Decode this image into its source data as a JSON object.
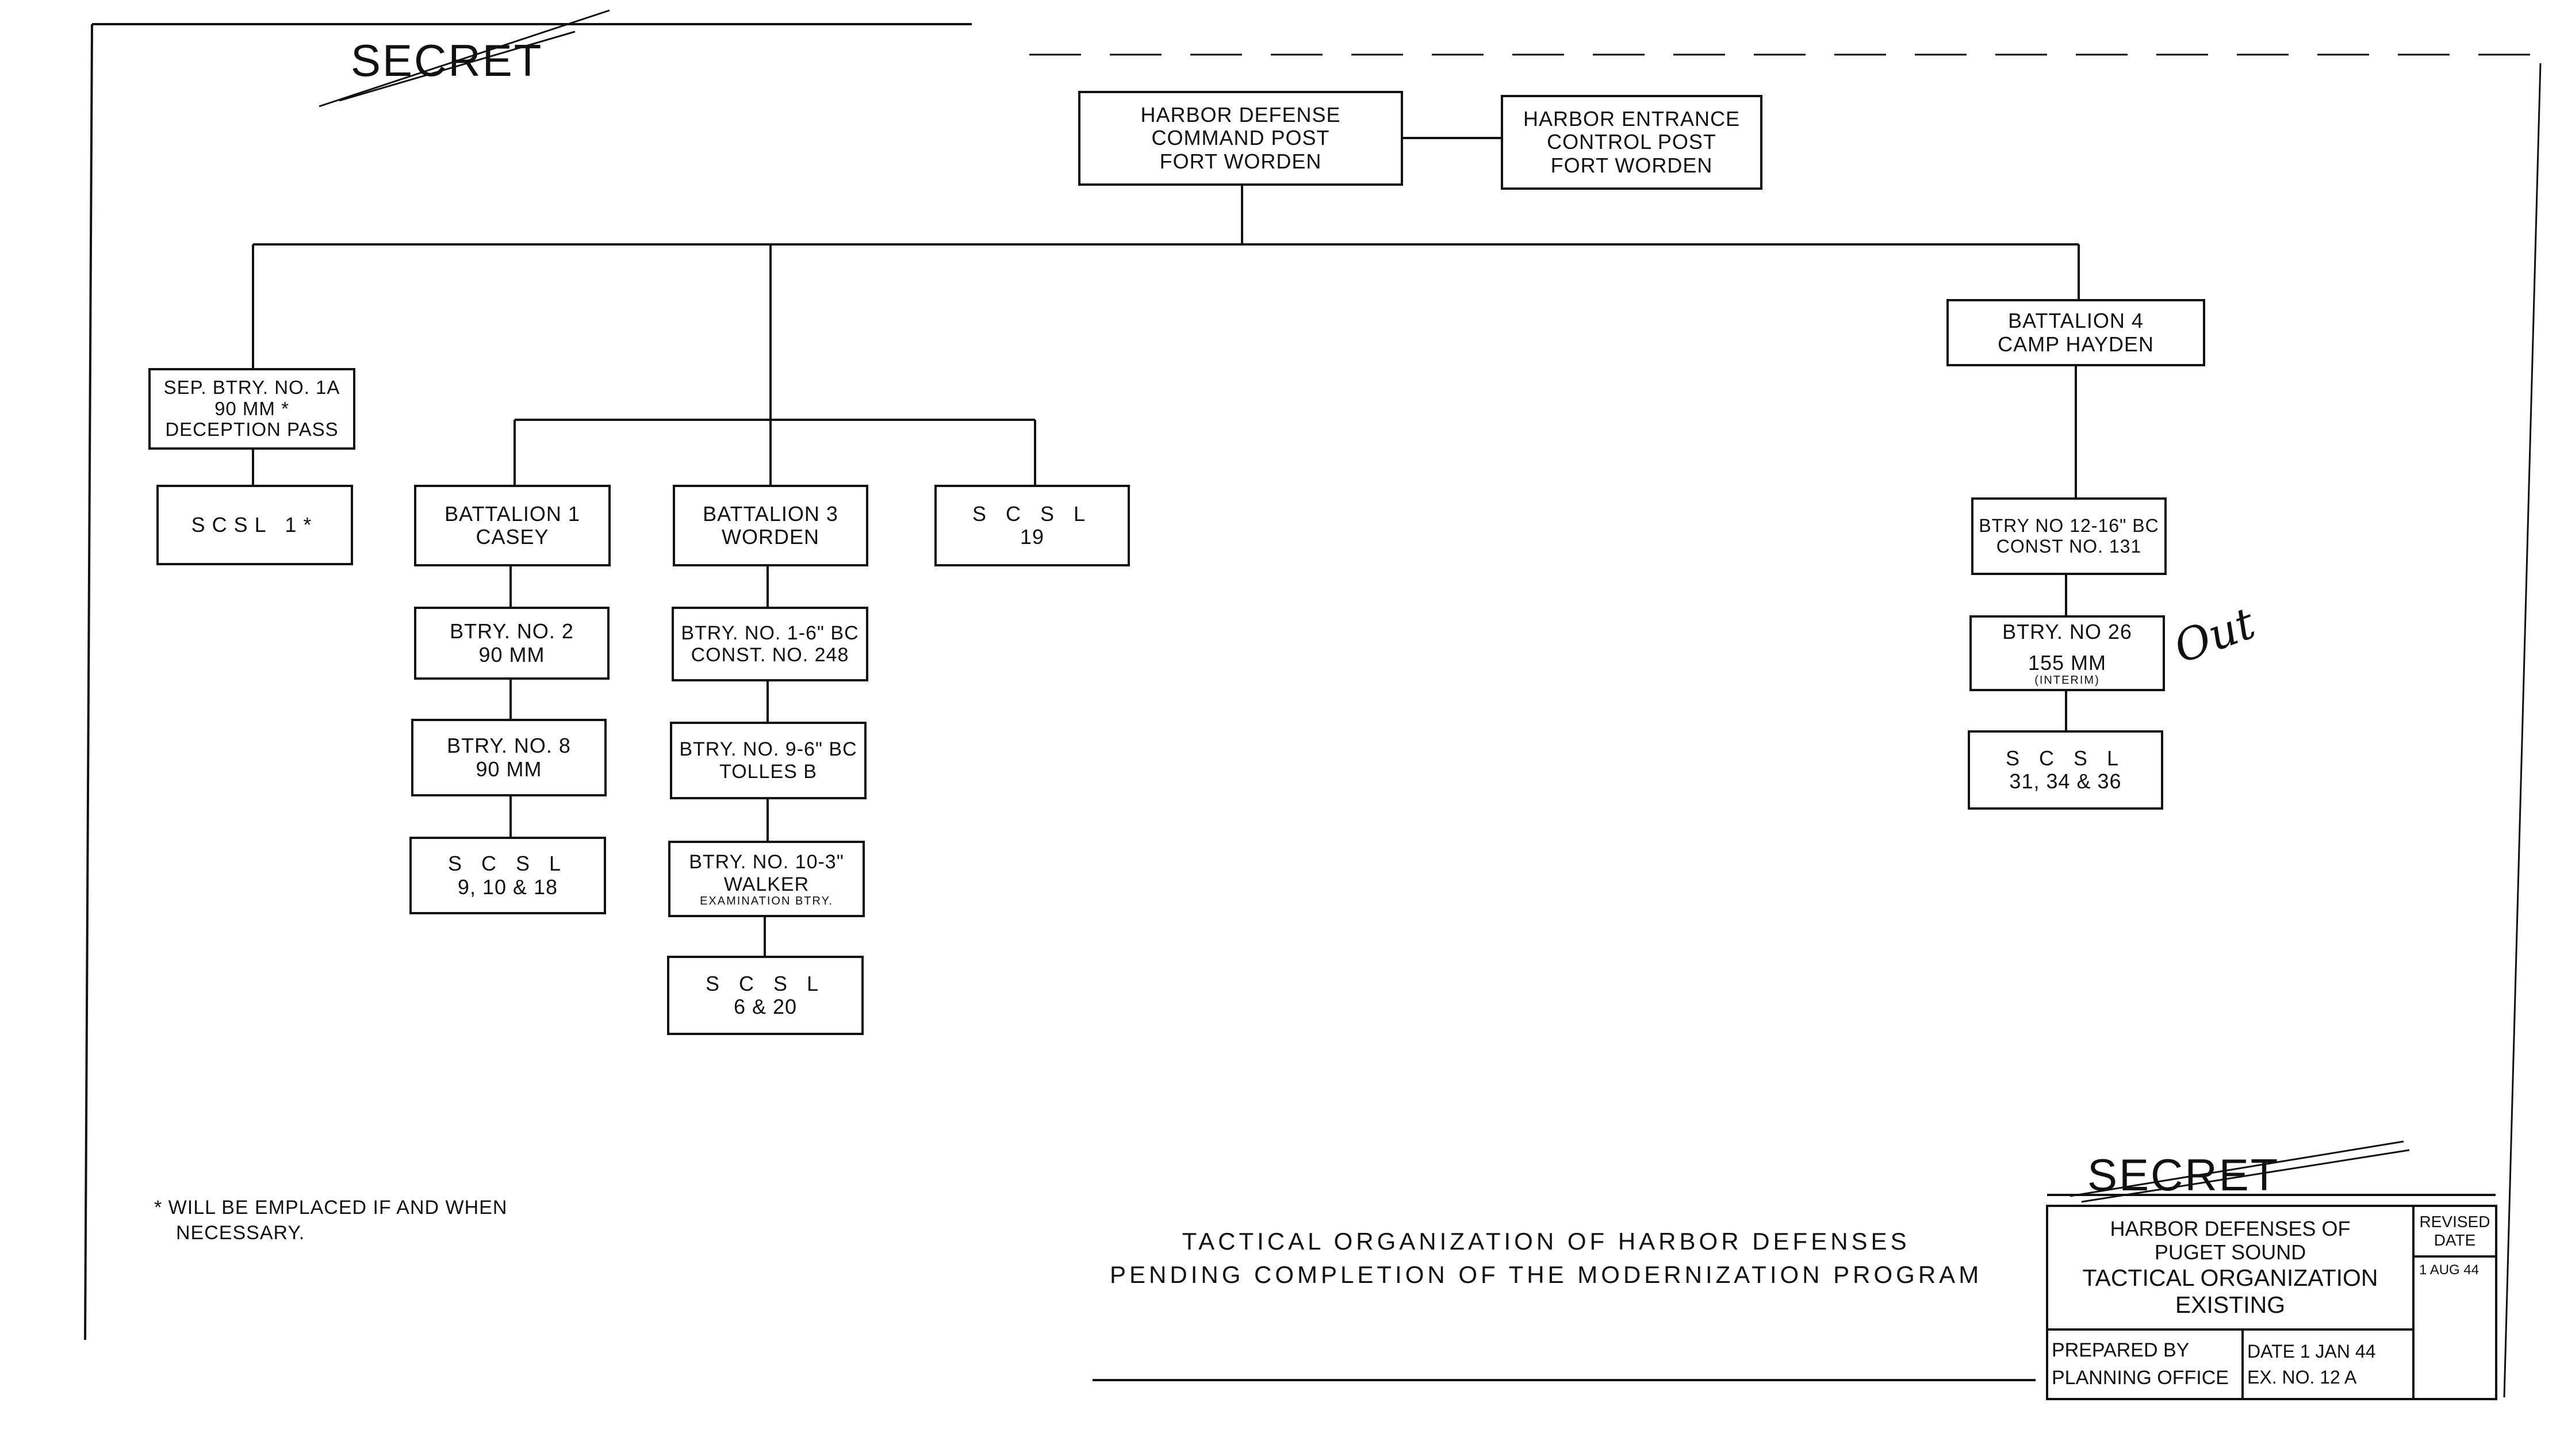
{
  "classification": "SECRET",
  "nodes": {
    "hd_command_post": [
      "HARBOR DEFENSE",
      "COMMAND POST",
      "FORT WORDEN"
    ],
    "harbor_entrance": [
      "HARBOR ENTRANCE",
      "CONTROL POST",
      "FORT WORDEN"
    ],
    "sep_btry": [
      "SEP. BTRY. NO. 1A",
      "90 MM *",
      "DECEPTION PASS"
    ],
    "scsl_1": [
      "SCSL 1*"
    ],
    "battalion_1": [
      "BATTALION 1",
      "CASEY"
    ],
    "battalion_3": [
      "BATTALION 3",
      "WORDEN"
    ],
    "scsl_19": [
      "S C S L",
      "19"
    ],
    "battalion_4": [
      "BATTALION 4",
      "CAMP HAYDEN"
    ],
    "btry_2": [
      "BTRY. NO. 2",
      "90 MM"
    ],
    "btry_8": [
      "BTRY. NO. 8",
      "90 MM"
    ],
    "scsl_9_10_18": [
      "S C S L",
      "9, 10 & 18"
    ],
    "btry_1": [
      "BTRY. NO. 1-6\" BC",
      "CONST. NO. 248"
    ],
    "btry_9": [
      "BTRY. NO. 9-6\" BC",
      "TOLLES B"
    ],
    "btry_10": [
      "BTRY. NO. 10-3\"",
      "WALKER"
    ],
    "btry_10_sub": "EXAMINATION BTRY.",
    "scsl_6_20": [
      "S C S L",
      "6 & 20"
    ],
    "btry_12": [
      "BTRY NO 12-16\" BC",
      "CONST NO. 131"
    ],
    "btry_26": [
      "BTRY. NO 26",
      "155 MM"
    ],
    "btry_26_sub": "(INTERIM)",
    "scsl_31_34_36": [
      "S C S L",
      "31, 34 & 36"
    ]
  },
  "annotation_out": "Out",
  "footnote": [
    "* WILL BE EMPLACED IF AND WHEN",
    "NECESSARY."
  ],
  "caption": [
    "TACTICAL ORGANIZATION OF HARBOR DEFENSES",
    "PENDING COMPLETION OF THE MODERNIZATION PROGRAM"
  ],
  "title_block": {
    "title": [
      "HARBOR DEFENSES OF",
      "PUGET SOUND",
      "TACTICAL ORGANIZATION",
      "EXISTING"
    ],
    "revised_label": [
      "REVISED",
      "DATE"
    ],
    "revised_value": "1 AUG 44",
    "prepared": [
      "PREPARED BY",
      "PLANNING OFFICE"
    ],
    "date_line": "DATE 1 JAN 44",
    "ex_no": "EX. NO. 12 A"
  }
}
